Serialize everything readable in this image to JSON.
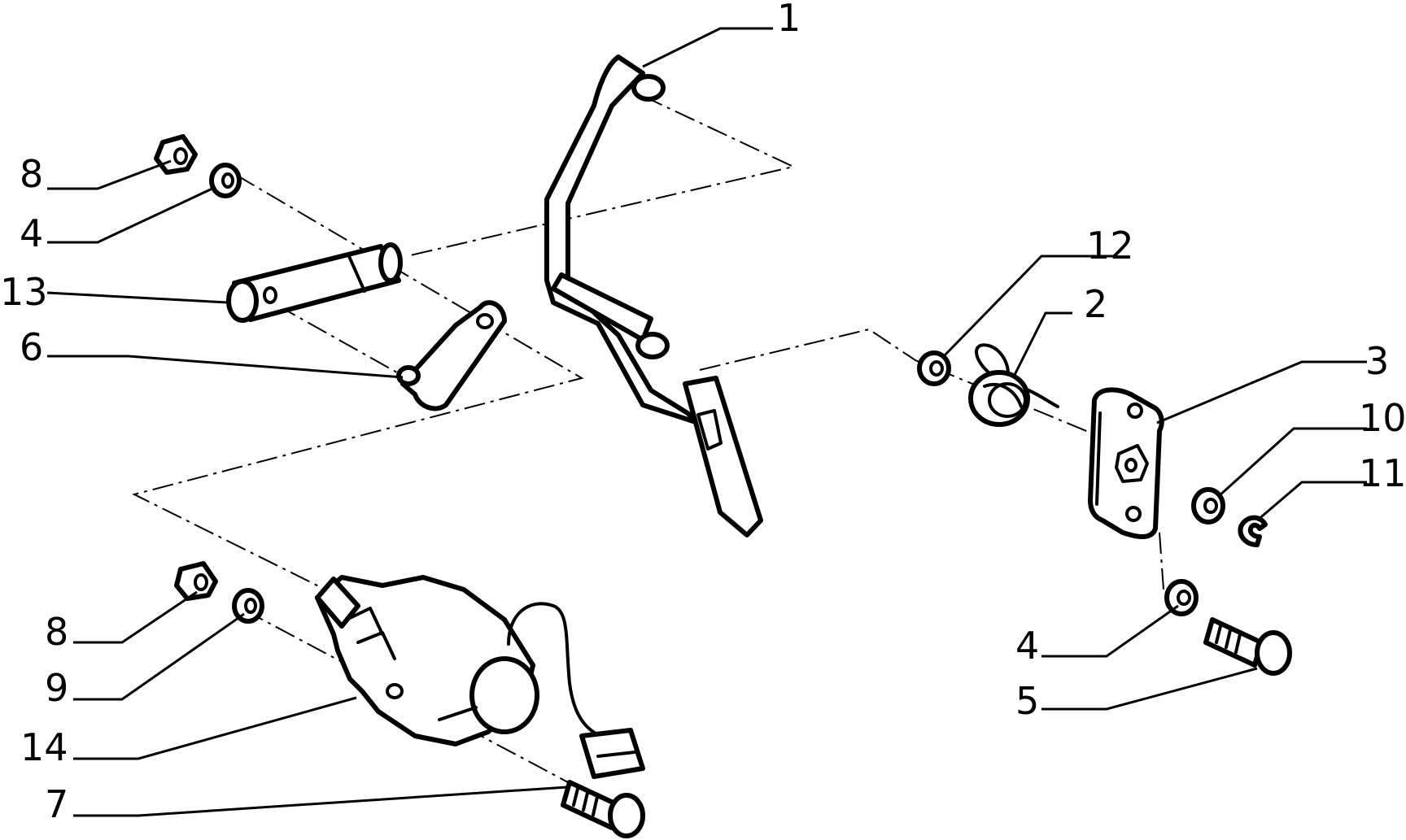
{
  "callouts": {
    "c1": "1",
    "c2": "2",
    "c3": "3",
    "c4a": "4",
    "c4b": "4",
    "c5": "5",
    "c6": "6",
    "c7": "7",
    "c8a": "8",
    "c8b": "8",
    "c9": "9",
    "c10": "10",
    "c11": "11",
    "c12": "12",
    "c13": "13",
    "c14": "14"
  },
  "colors": {
    "ink": "#000000",
    "paper": "#ffffff"
  }
}
